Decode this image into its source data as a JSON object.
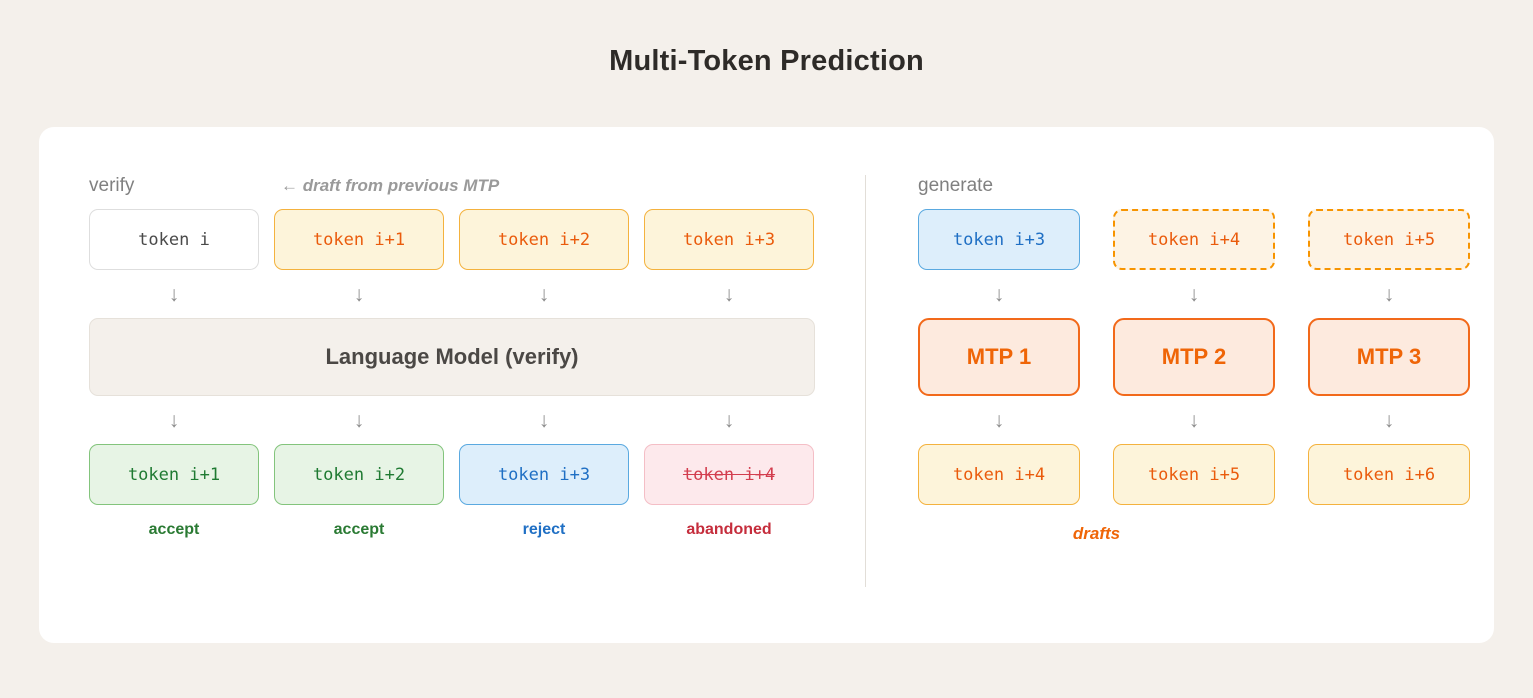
{
  "title": "Multi-Token Prediction",
  "colors": {
    "page_background": "#f4f0eb",
    "card_background": "#ffffff",
    "orange": "#ea5b0c",
    "mtp_orange": "#ef6507",
    "green": "#1f7a32",
    "blue": "#1f6fc4",
    "red": "#d33d4e",
    "muted": "#808080"
  },
  "verify_panel": {
    "label": "verify",
    "draft_note": "← draft from previous MTP",
    "input_row": [
      {
        "text": "token i",
        "style": "plain"
      },
      {
        "text": "token i+1",
        "style": "draft"
      },
      {
        "text": "token i+2",
        "style": "draft"
      },
      {
        "text": "token i+3",
        "style": "draft"
      }
    ],
    "arrows_top": [
      "↓",
      "↓",
      "↓",
      "↓"
    ],
    "model_bar": "Language Model (verify)",
    "arrows_bottom": [
      "↓",
      "↓",
      "↓",
      "↓"
    ],
    "output_row": [
      {
        "text": "token i+1",
        "style": "accept"
      },
      {
        "text": "token i+2",
        "style": "accept"
      },
      {
        "text": "token i+3",
        "style": "blue"
      },
      {
        "text": "token i+4",
        "style": "abandoned"
      }
    ],
    "captions": [
      {
        "text": "accept",
        "kind": "accept"
      },
      {
        "text": "accept",
        "kind": "accept"
      },
      {
        "text": "reject",
        "kind": "reject"
      },
      {
        "text": "abandoned",
        "kind": "abandoned"
      }
    ]
  },
  "generate_panel": {
    "label": "generate",
    "input_row": [
      {
        "text": "token i+3",
        "style": "blue"
      },
      {
        "text": "token i+4",
        "style": "draft-dashed"
      },
      {
        "text": "token i+5",
        "style": "draft-dashed"
      }
    ],
    "arrows_top": [
      "↓",
      "↓",
      "↓"
    ],
    "mtp_row": [
      {
        "text": "MTP 1"
      },
      {
        "text": "MTP 2"
      },
      {
        "text": "MTP 3"
      }
    ],
    "arrows_bottom": [
      "↓",
      "↓",
      "↓"
    ],
    "output_row": [
      {
        "text": "token i+4",
        "style": "draft"
      },
      {
        "text": "token i+5",
        "style": "draft"
      },
      {
        "text": "token i+6",
        "style": "draft"
      }
    ],
    "drafts_caption": "drafts"
  }
}
